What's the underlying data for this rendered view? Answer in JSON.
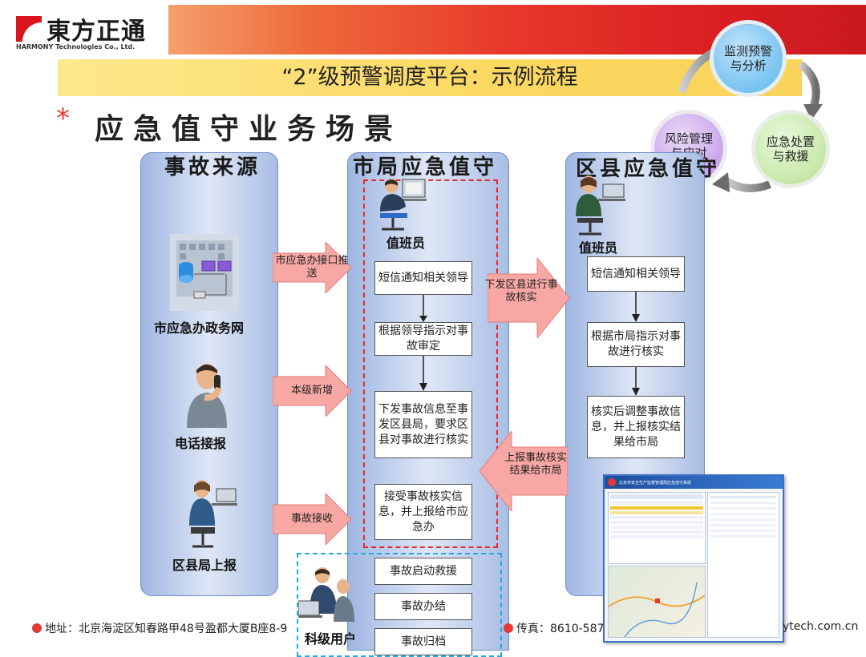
{
  "header": {
    "logo_cn": "東方正通",
    "logo_en": "HARMONY Technologies Co., Ltd.",
    "title": "“2”级预警调度平台：示例流程"
  },
  "scene_title": "应急值守业务场景",
  "cycle": {
    "monitor": "监测预警与分析",
    "response": "应急处置与救援",
    "risk": "风险管理与应对"
  },
  "columns": {
    "source": {
      "title": "事故来源",
      "items": [
        "市应急办政务网",
        "电话接报",
        "区县局上报"
      ]
    },
    "city": {
      "title": "市局应急值守",
      "operator": "值班员",
      "steps": [
        "短信通知相关领导",
        "根据领导指示对事故审定",
        "下发事故信息至事发区县局，要求区县对事故进行核实",
        "接受事故核实信息，并上报给市应急办",
        "事故启动救援",
        "事故办结",
        "事故归档"
      ],
      "user_label": "科级用户"
    },
    "district": {
      "title": "区县应急值守",
      "operator": "值班员",
      "steps": [
        "短信通知相关领导",
        "根据市局指示对事故进行核实",
        "核实后调整事故信息，并上报核实结果给市局"
      ]
    }
  },
  "arrows": {
    "a1": "市应急办接口推送",
    "a2": "本级新增",
    "a3": "事故接收",
    "a4": "下发区县进行事故核实",
    "a5": "上报事故核实结果给市局"
  },
  "footer": {
    "address": "地址：北京海淀区知春路甲48号盈都大厦B座8-9",
    "fax": "传真：8610-587",
    "website": "ytech.com.cn"
  },
  "screenshot": {
    "title": "北京市安全生产监督管理局应急值守系统"
  },
  "colors": {
    "accent_red": "#d81e22",
    "title_yellow": "#fbd861",
    "column_blue": "#9fb6e2",
    "arrow_pink": "#f7a8a4",
    "dash_red": "#e8262c",
    "dash_blue": "#25a9e0"
  }
}
